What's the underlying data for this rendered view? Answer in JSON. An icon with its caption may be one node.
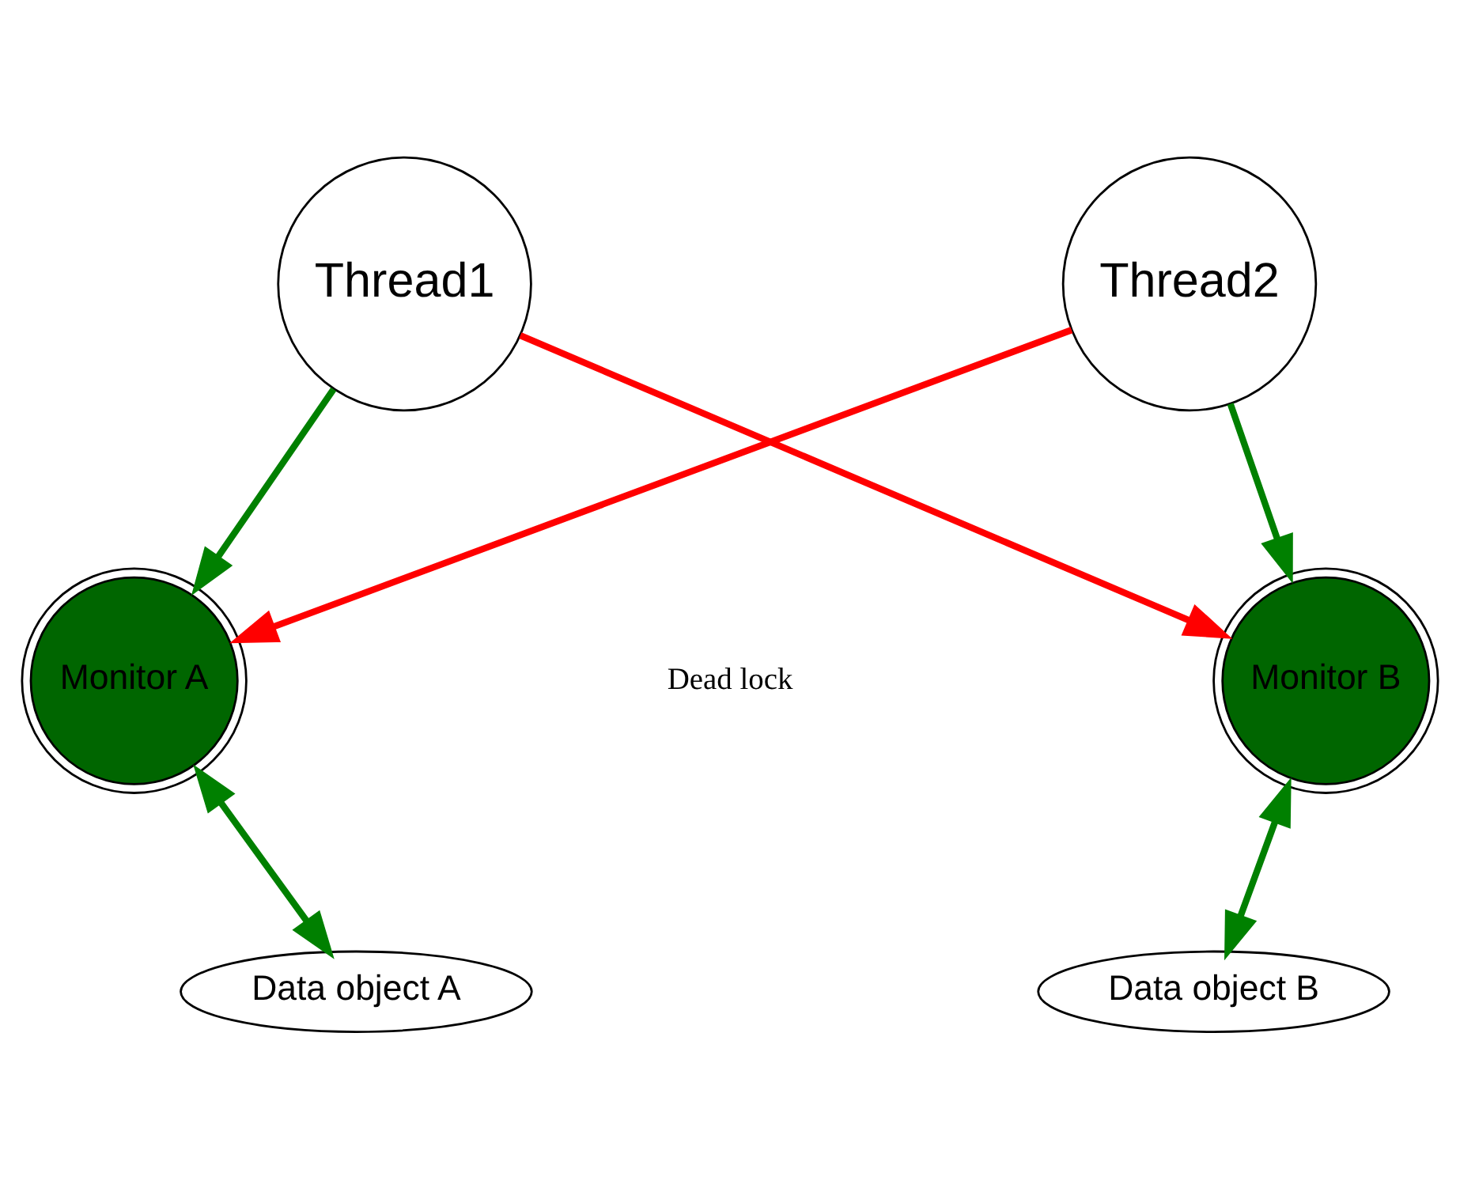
{
  "diagram": {
    "nodes": [
      {
        "text": [
          "Thread1"
        ]
      },
      {
        "text": [
          "Thread2"
        ]
      },
      {
        "text": [
          "Monitor A"
        ]
      },
      {
        "text": [
          "Monitor B"
        ]
      },
      {
        "text": [
          "Data object A"
        ]
      },
      {
        "text": [
          "Data object B"
        ]
      }
    ],
    "edges": [
      {
        "from": 0,
        "to": 2,
        "arrow": "to"
      },
      {
        "from": 1,
        "to": 3,
        "arrow": "to"
      },
      {
        "from": 0,
        "to": 3,
        "arrow": "to",
        "color": "#ff0000"
      },
      {
        "from": 1,
        "to": 2,
        "arrow": "to",
        "color": "#ff0000"
      },
      {
        "from": 2,
        "to": 4,
        "arrow": "both"
      },
      {
        "from": 3,
        "to": 5,
        "arrow": "both"
      }
    ],
    "labels": [
      "Dead lock"
    ]
  }
}
